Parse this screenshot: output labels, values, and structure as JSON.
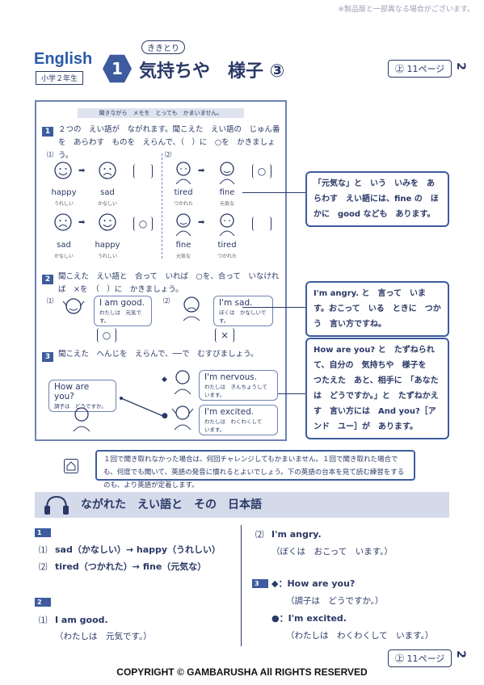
{
  "header": {
    "notice": "※製品版と一部異なる場合がございます。",
    "subject": "English",
    "grade": "小学２年生",
    "unit_number": "1",
    "category": "ききとり",
    "title": "気持ちや　様子 ③",
    "page_ref": "㊤ 11ページ",
    "page_number": "2"
  },
  "question": {
    "instruction_bar": "聞きながら　メモを　とっても　かまいません。",
    "q1": {
      "badge": "1",
      "text": "２つの　えい語が　ながれます。聞こえた　えい語の　じゅん番を　あらわす　ものを　えらんで、（　）に　○を　かきましょう。",
      "group1_label": "⑴",
      "group2_label": "⑵",
      "row1_left": {
        "word1": "happy",
        "sub1": "うれしい",
        "word2": "sad",
        "sub2": "かなしい",
        "answer": ""
      },
      "row2_left": {
        "word1": "sad",
        "sub1": "かなしい",
        "word2": "happy",
        "sub2": "うれしい",
        "answer": "○"
      },
      "row1_right": {
        "word1": "tired",
        "sub1": "つかれた",
        "word2": "fine",
        "sub2": "元気な",
        "answer": "○"
      },
      "row2_right": {
        "word1": "fine",
        "sub1": "元気な",
        "word2": "tired",
        "sub2": "つかれた",
        "answer": ""
      }
    },
    "q2": {
      "badge": "2",
      "text": "聞こえた　えい語と　合って　いれば　○を、合って　いなければ　×を　（　）に　かきましょう。",
      "item1_label": "⑴",
      "item1_en": "I am good.",
      "item1_jp": "わたしは　元気です。",
      "item1_answer": "○",
      "item2_label": "⑵",
      "item2_en": "I'm sad.",
      "item2_jp": "ぼくは　かなしいです。",
      "item2_answer": "×"
    },
    "q3": {
      "badge": "3",
      "text": "聞こえた　へんじを　えらんで、──で　むすびましょう。",
      "question_en": "How are you?",
      "question_jp": "調子は　どうですか。",
      "opt1_en": "I'm nervous.",
      "opt1_jp": "わたしは　きんちょうして　います。",
      "opt2_en": "I'm excited.",
      "opt2_jp": "わたしは　わくわくして　います。"
    }
  },
  "callouts": {
    "c1": "「元気な」と　いう　いみを　あらわす　えい語には、fine の　ほかに　good なども　あります。",
    "c2": "I'm angry. と　言って　います。おこって　いる　ときに　つかう　言い方ですね。",
    "c3": "How are you? と　たずねられて、自分の　気持ちや　様子を　つたえた　あと、相手に　「あなたは　どうですか。」と　たずねかえす　言い方には　And you?［アンド　ユー］が　あります。"
  },
  "hint": "１回で聞き取れなかった場合は、何回チャレンジしてもかまいません。１回で聞き取れた場合でも、何度でも聞いて、英語の発音に慣れるとよいでしょう。下の英語の台本を見て読む練習をするのも、より英語が定着します。",
  "script_section": {
    "title": "ながれた　えい語と　その　日本語",
    "a1_badge": "1",
    "a1_1_label": "⑴",
    "a1_1": "sad（かなしい）→ happy（うれしい）",
    "a1_2_label": "⑵",
    "a1_2": "tired（つかれた）→ fine（元気な）",
    "a2_badge": "2",
    "a2_1_label": "⑴",
    "a2_1_en": "I am good.",
    "a2_1_jp": "（わたしは　元気です。）",
    "a2_2_label": "⑵",
    "a2_2_en": "I'm angry.",
    "a2_2_jp": "（ぼくは　おこって　います。）",
    "a3_badge": "3",
    "a3_q": "◆：How are you?",
    "a3_q_jp": "（調子は　どうですか。）",
    "a3_a": "●：I'm excited.",
    "a3_a_jp": "（わたしは　わくわくして　います。）"
  },
  "footer": {
    "page_ref": "㊤ 11ページ",
    "page_number": "2",
    "copyright": "COPYRIGHT © GAMBARUSHA All RIGHTS RESERVED"
  }
}
